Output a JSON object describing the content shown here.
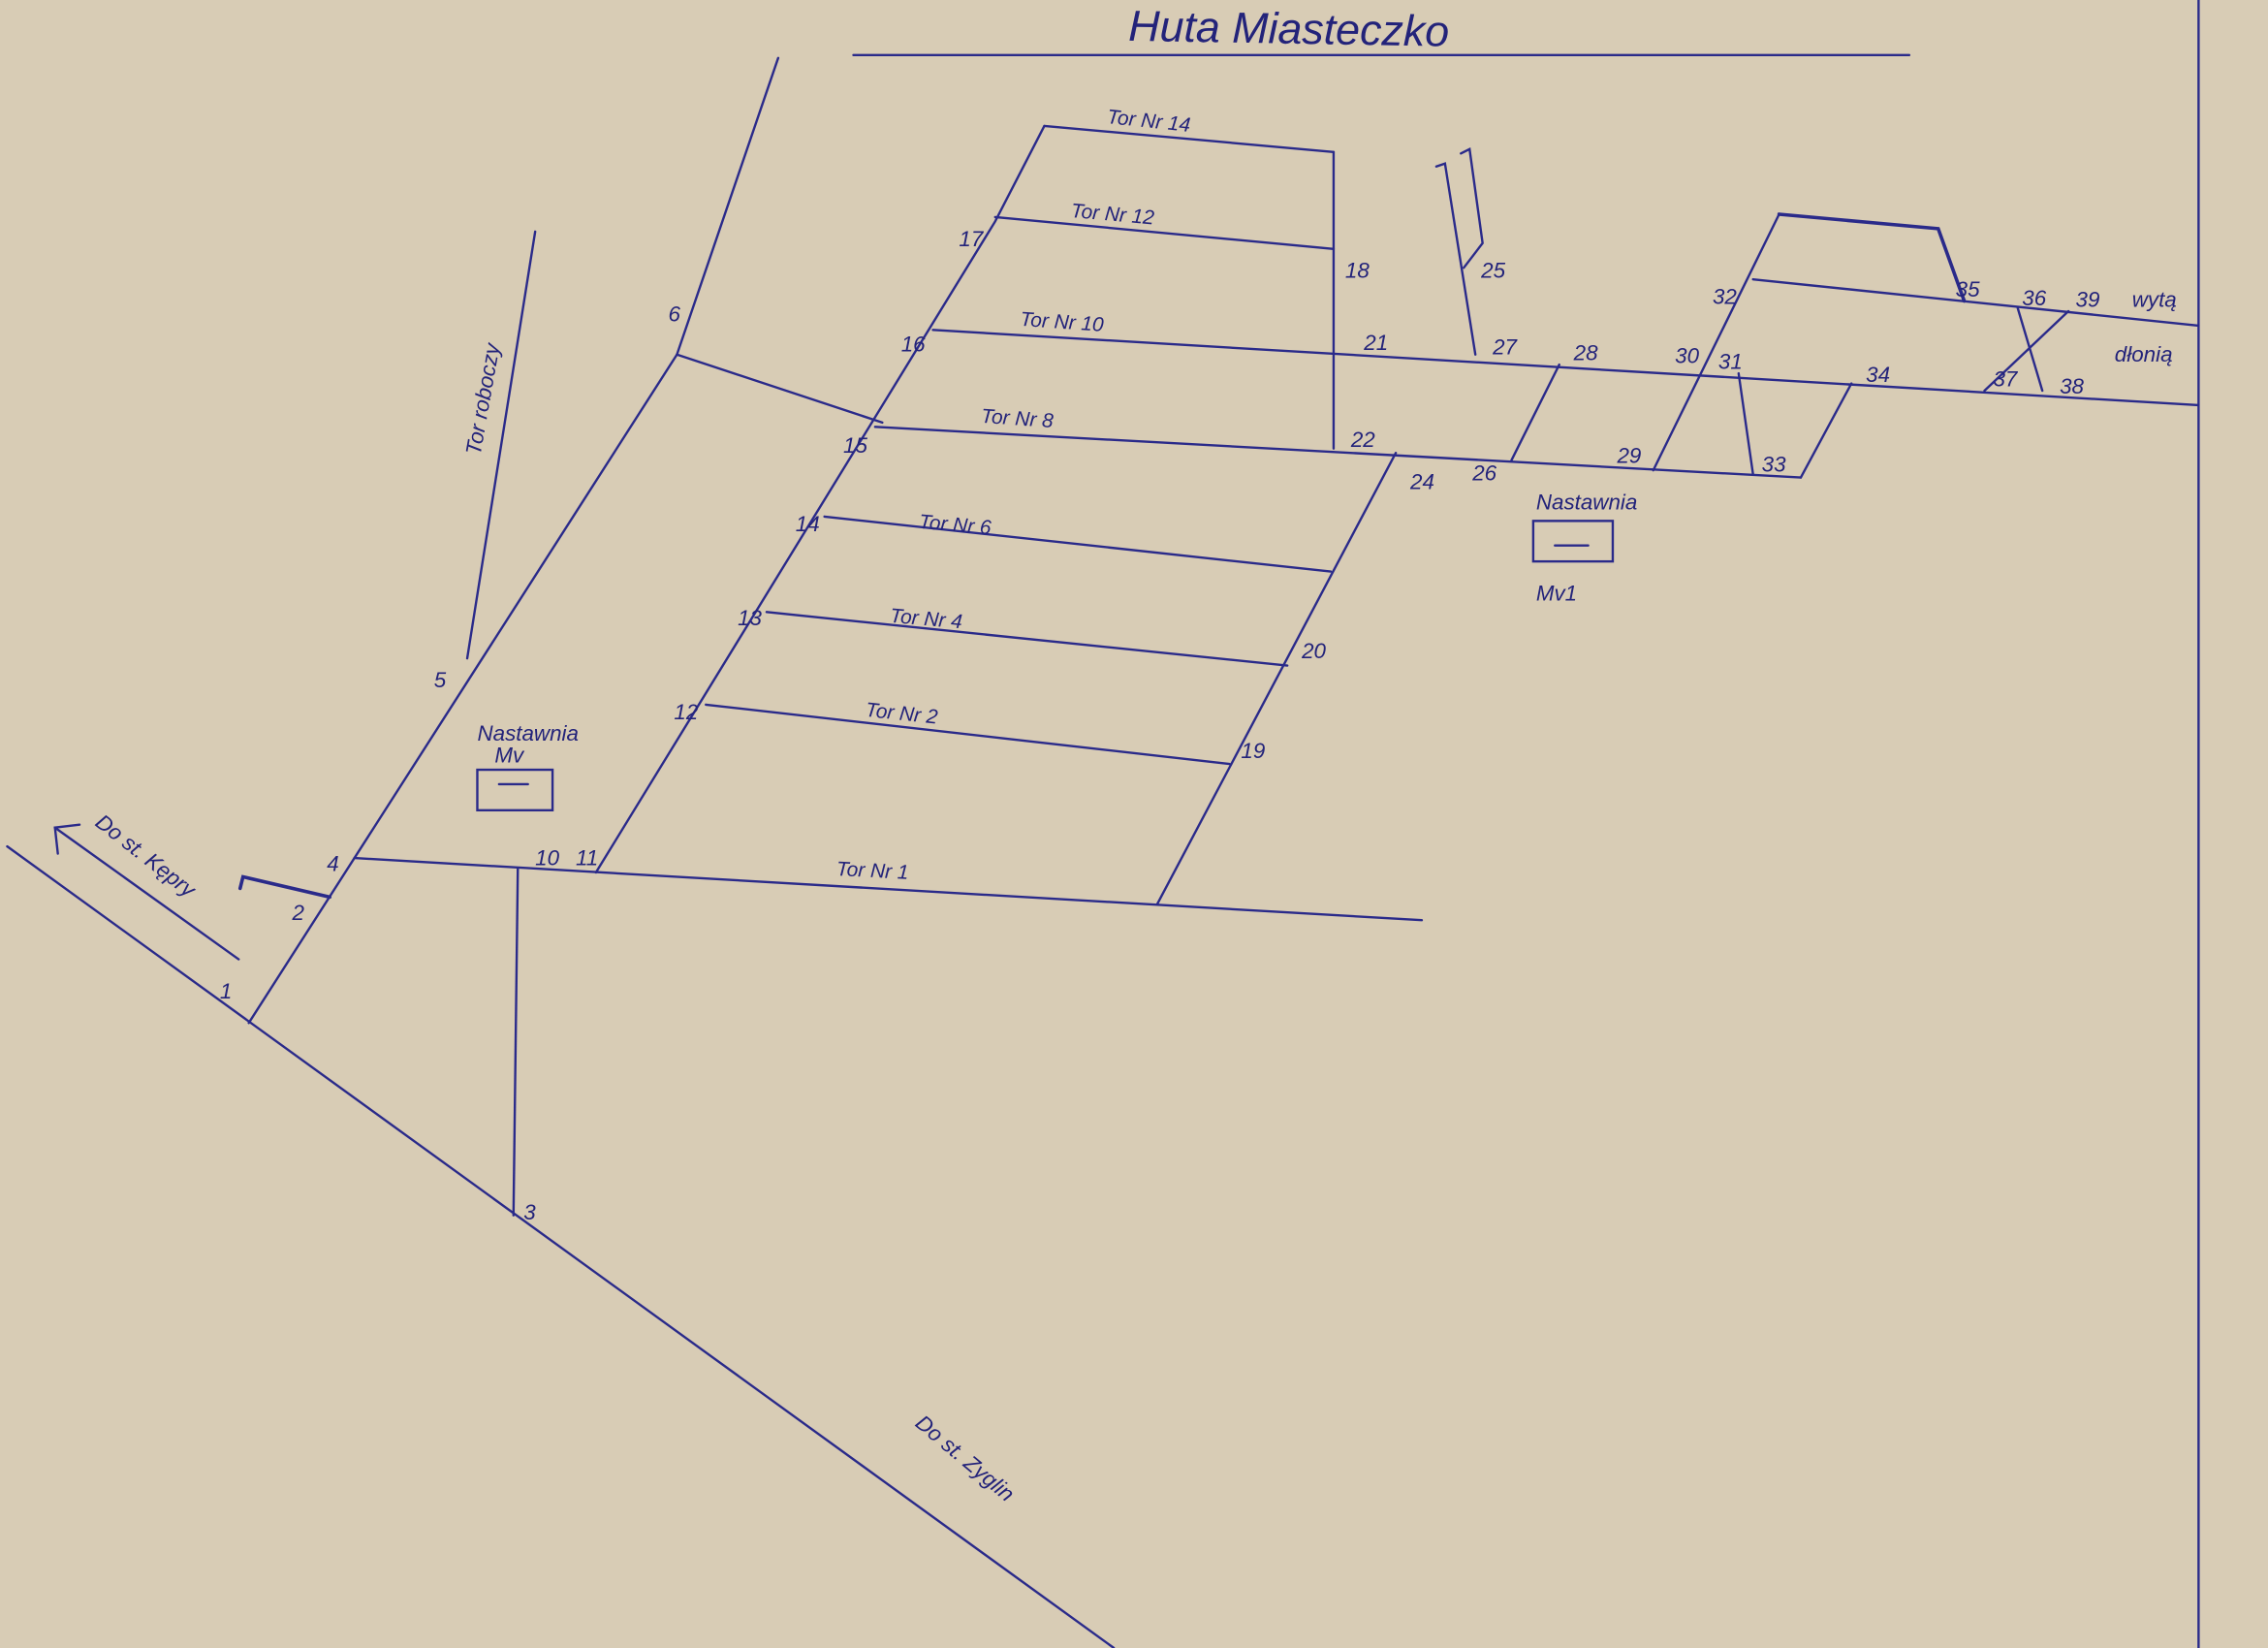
{
  "title": "Huta Miasteczko",
  "directions": {
    "kepry": "Do st. Kępry",
    "zyglin": "Do st. Zyglin",
    "work_track": "Tor roboczy",
    "exit_top": "wytą",
    "exit_bottom": "dłonią"
  },
  "signal_boxes": [
    {
      "name": "Nastawnia",
      "code": "Mv"
    },
    {
      "name": "Nastawnia",
      "code": "Mv1"
    }
  ],
  "tracks": [
    "Tor Nr 14",
    "Tor Nr 12",
    "Tor Nr 10",
    "Tor Nr 8",
    "Tor Nr 6",
    "Tor Nr 4",
    "Tor Nr 2",
    "Tor Nr 1"
  ],
  "switches": [
    "1",
    "2",
    "3",
    "4",
    "5",
    "6",
    "10",
    "11",
    "12",
    "13",
    "14",
    "15",
    "16",
    "17",
    "18",
    "19",
    "20",
    "21",
    "22",
    "24",
    "25",
    "26",
    "27",
    "28",
    "29",
    "30",
    "31",
    "32",
    "33",
    "34",
    "35",
    "36",
    "37",
    "38",
    "39"
  ],
  "colors": {
    "paper": "#d8ccb5",
    "ink": "#2a2a8a"
  }
}
